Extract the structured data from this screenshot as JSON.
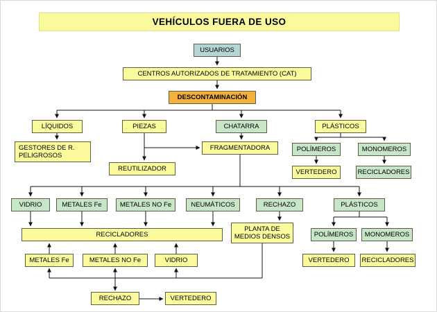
{
  "title": "VEHÍCULOS FUERA DE USO",
  "colors": {
    "yellow": "#FBFA9C",
    "green": "#C7E5C7",
    "teal": "#B5D5D3",
    "orange": "#F4B13E"
  },
  "nodes": {
    "usuarios": {
      "label": "USUARIOS"
    },
    "cat": {
      "label": "CENTROS AUTORIZADOS DE TRATAMIENTO (CAT)"
    },
    "descontaminacion": {
      "label": "DESCONTAMINACIÓN"
    },
    "liquidos": {
      "label": "LÍQUIDOS"
    },
    "gestores": {
      "label": "GESTORES DE R.\nPELIGROSOS"
    },
    "piezas": {
      "label": "PIEZAS"
    },
    "reutilizador": {
      "label": "REUTILIZADOR"
    },
    "chatarra": {
      "label": "CHATARRA"
    },
    "fragmentadora": {
      "label": "FRAGMENTADORA"
    },
    "plasticos_1": {
      "label": "PLÁSTICOS"
    },
    "polimeros_1": {
      "label": "POLÍMEROS"
    },
    "monomeros_1": {
      "label": "MONOMEROS"
    },
    "vertedero_1": {
      "label": "VERTEDERO"
    },
    "recicladores_1": {
      "label": "RECICLADORES"
    },
    "vidrio_1": {
      "label": "VIDRIO"
    },
    "metales_fe_1": {
      "label": "METALES Fe"
    },
    "metales_no_fe_1": {
      "label": "METALES NO Fe"
    },
    "neumaticos": {
      "label": "NEUMÁTICOS"
    },
    "rechazo_1": {
      "label": "RECHAZO"
    },
    "plasticos_2": {
      "label": "PLÁSTICOS"
    },
    "recicladores_bar": {
      "label": "RECICLADORES"
    },
    "planta": {
      "label": "PLANTA DE\nMEDIOS DENSOS"
    },
    "polimeros_2": {
      "label": "POLÍMEROS"
    },
    "monomeros_2": {
      "label": "MONOMEROS"
    },
    "vertedero_2": {
      "label": "VERTEDERO"
    },
    "recicladores_2": {
      "label": "RECICLADORES"
    },
    "metales_fe_2": {
      "label": "METALES Fe"
    },
    "metales_no_fe_2": {
      "label": "METALES NO Fe"
    },
    "vidrio_2": {
      "label": "VIDRIO"
    },
    "rechazo_2": {
      "label": "RECHAZO"
    },
    "vertedero_3": {
      "label": "VERTEDERO"
    }
  }
}
